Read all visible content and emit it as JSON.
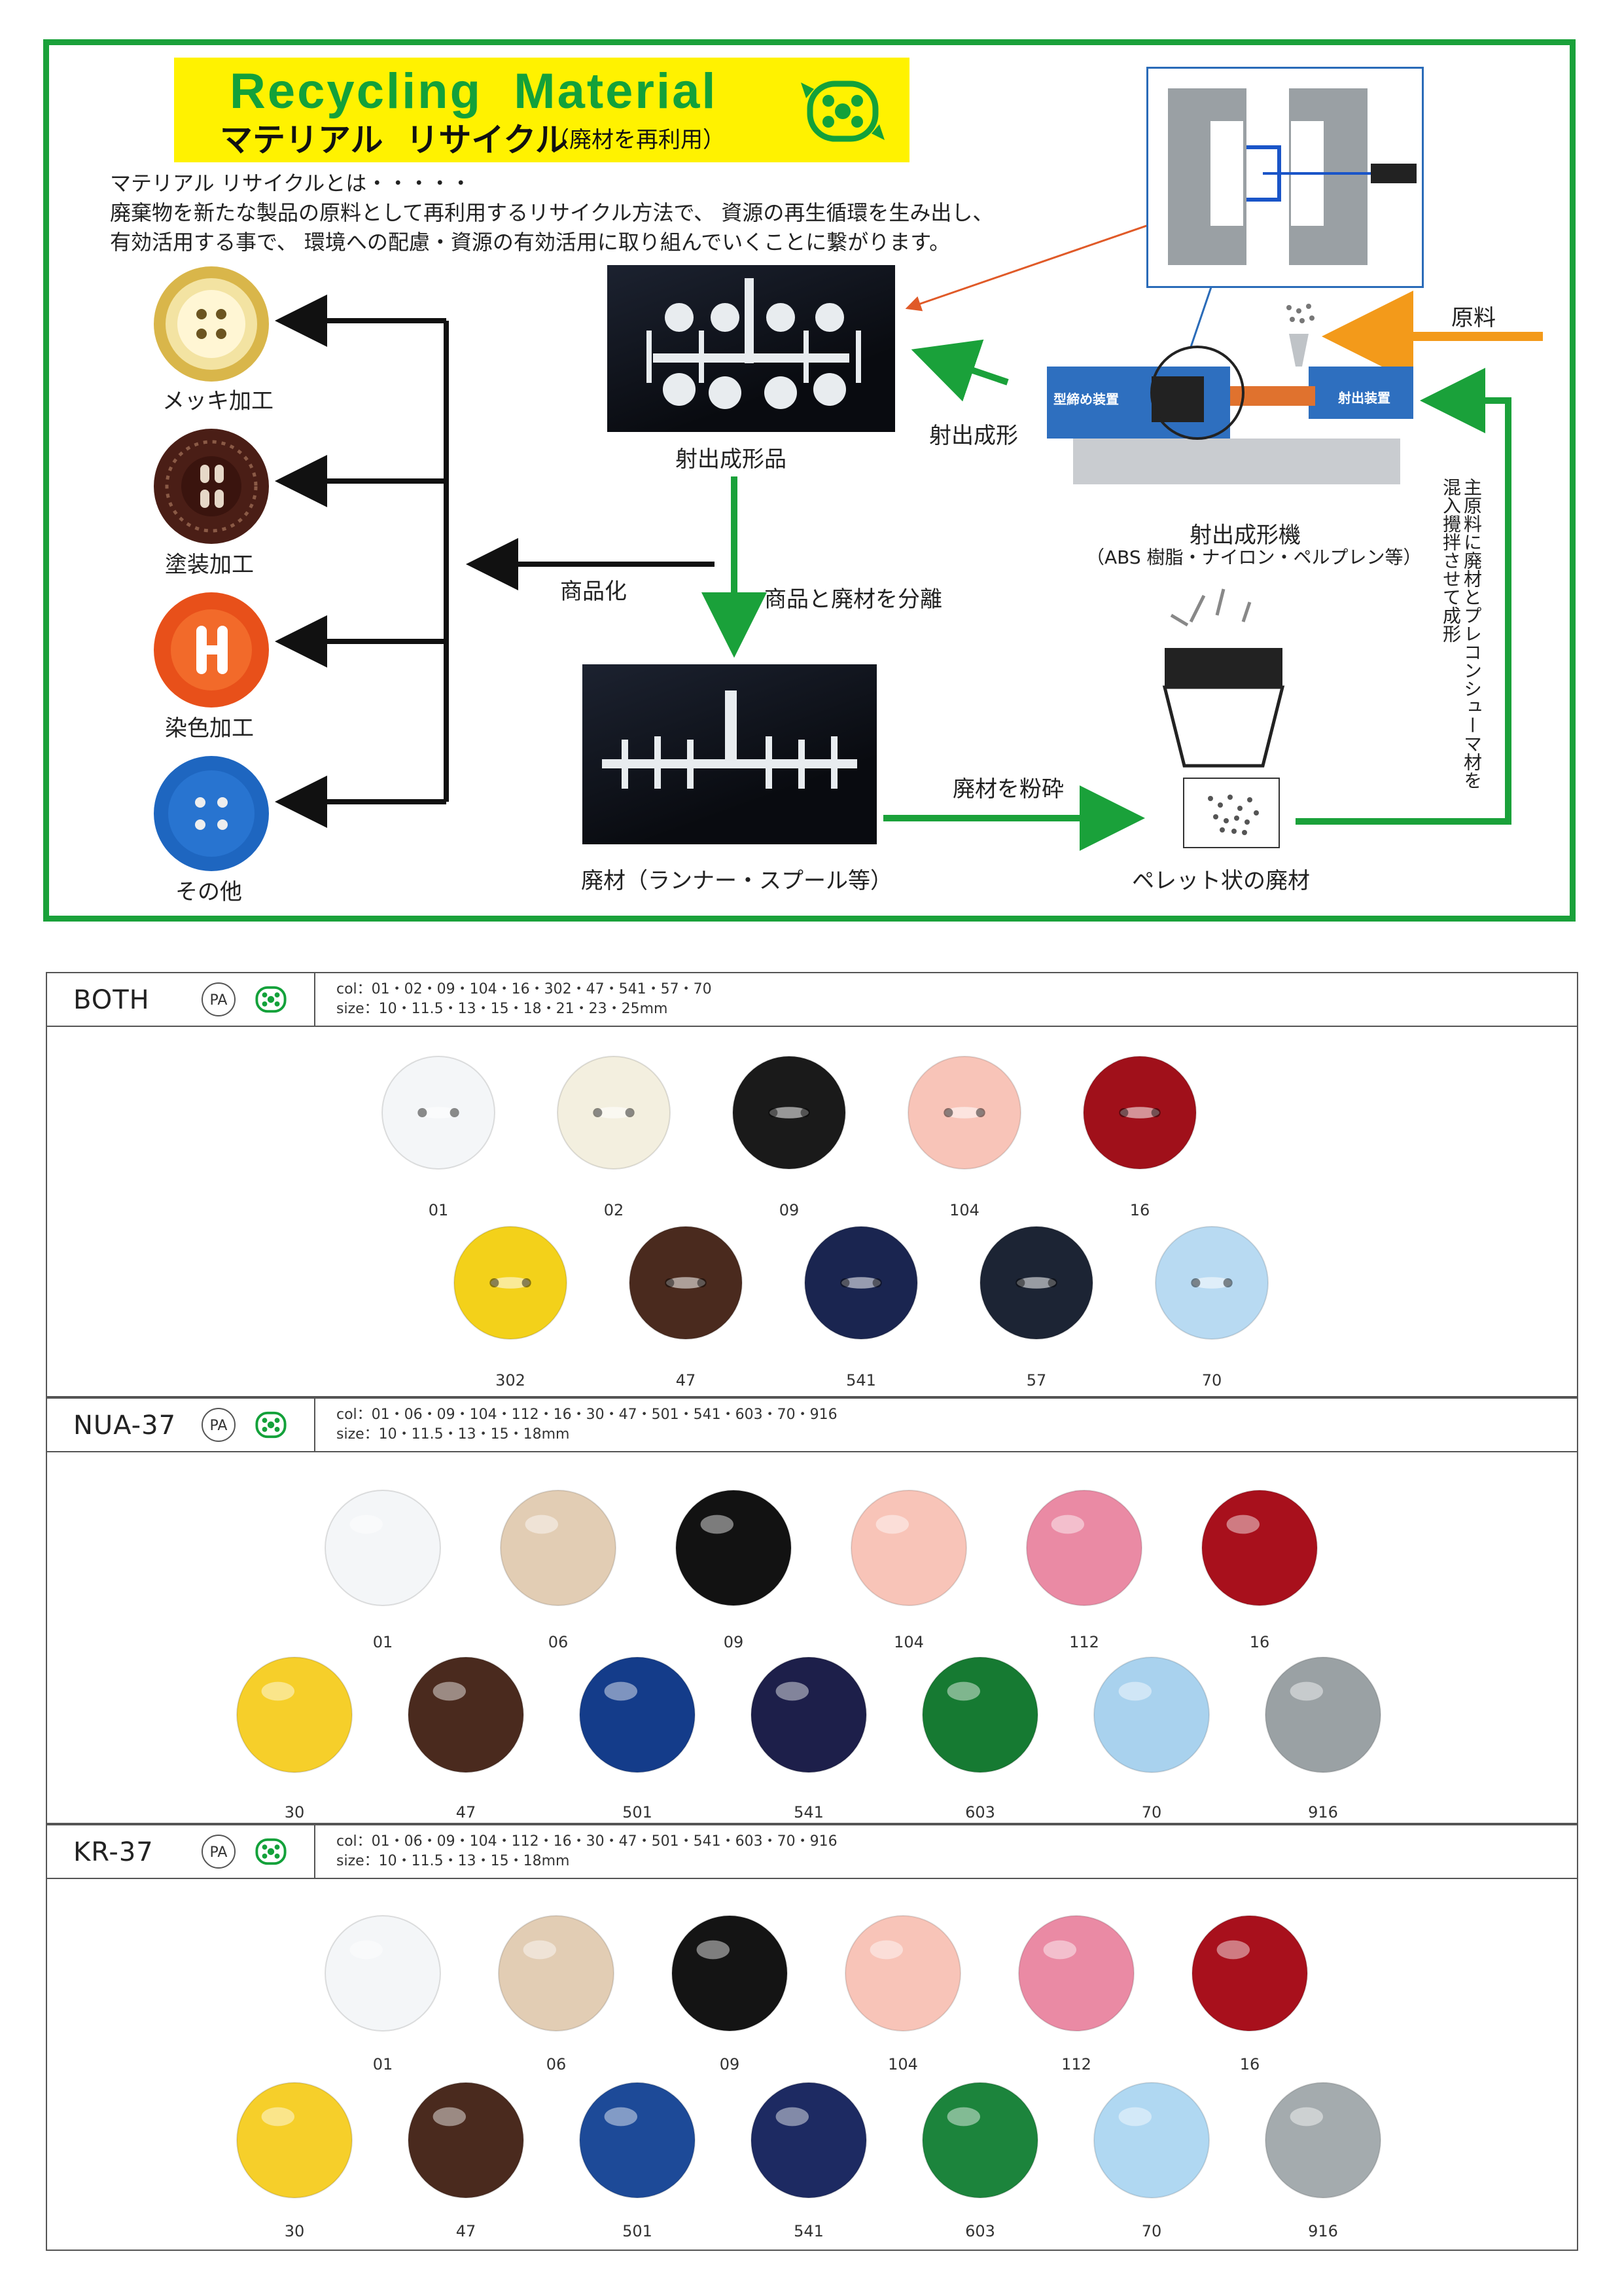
{
  "banner": {
    "title": "Recycling  Material",
    "subtitle_ja": "マテリアル  リサイクル",
    "subtitle_paren": "（廃材を再利用）"
  },
  "intro": {
    "line1": "マテリアル  リサイクルとは・・・・・",
    "line2": "廃棄物を新たな製品の原料として再利用するリサイクル方法で、 資源の再生循環を生み出し、",
    "line3": "有効活用する事で、 環境への配慮・資源の有効活用に取り組んでいくことに繋がります。"
  },
  "finishes": [
    "メッキ加工",
    "塗装加工",
    "染色加工",
    "その他"
  ],
  "flow": {
    "molded_product": "射出成形品",
    "injection_molding": "射出成形",
    "machine": "射出成形機",
    "machine_note": "（ABS 樹脂・ナイロン・ペルプレン等）",
    "clamp_unit": "型締め装置",
    "injection_unit": "射出装置",
    "raw_material": "原料",
    "commercialize": "商品化",
    "separate": "商品と廃材を分離",
    "scrap": "廃材（ランナー・スプール等）",
    "crush": "廃材を粉砕",
    "pellet": "ペレット状の廃材",
    "vertical_note_1": "主原料に廃材とプレコンシューマ材を",
    "vertical_note_2": "混入攪拌させて成形"
  },
  "sections": [
    {
      "name": "BOTH",
      "pa": "PA",
      "col": "col：01・02・09・104・16・302・47・541・57・70",
      "size": "size：10・11.5・13・15・18・21・23・25mm",
      "rows": [
        [
          {
            "code": "01",
            "color": "#f4f6f8"
          },
          {
            "code": "02",
            "color": "#f3efdf"
          },
          {
            "code": "09",
            "color": "#1a1a1a"
          },
          {
            "code": "104",
            "color": "#f8c4b8"
          },
          {
            "code": "16",
            "color": "#a0101a"
          }
        ],
        [
          {
            "code": "302",
            "color": "#f3d11a"
          },
          {
            "code": "47",
            "color": "#4a2a1e"
          },
          {
            "code": "541",
            "color": "#1a2550"
          },
          {
            "code": "57",
            "color": "#1c2434"
          },
          {
            "code": "70",
            "color": "#b8daf2"
          }
        ]
      ]
    },
    {
      "name": "NUA-37",
      "pa": "PA",
      "col": "col：01・06・09・104・112・16・30・47・501・541・603・70・916",
      "size": "size：10・11.5・13・15・18mm",
      "rows": [
        [
          {
            "code": "01",
            "color": "#f4f6f8"
          },
          {
            "code": "06",
            "color": "#e2cdb4"
          },
          {
            "code": "09",
            "color": "#121212"
          },
          {
            "code": "104",
            "color": "#f8c4b8"
          },
          {
            "code": "112",
            "color": "#ea8aa4"
          },
          {
            "code": "16",
            "color": "#a8101c"
          }
        ],
        [
          {
            "code": "30",
            "color": "#f6cf2a"
          },
          {
            "code": "47",
            "color": "#4a2a1e"
          },
          {
            "code": "501",
            "color": "#143c8a"
          },
          {
            "code": "541",
            "color": "#1d1f4a"
          },
          {
            "code": "603",
            "color": "#167a32"
          },
          {
            "code": "70",
            "color": "#a9d2ee"
          },
          {
            "code": "916",
            "color": "#9aa1a4"
          }
        ]
      ]
    },
    {
      "name": "KR-37",
      "pa": "PA",
      "col": "col：01・06・09・104・112・16・30・47・501・541・603・70・916",
      "size": "size：10・11.5・13・15・18mm",
      "rows": [
        [
          {
            "code": "01",
            "color": "#f4f6f8"
          },
          {
            "code": "06",
            "color": "#e2cdb4"
          },
          {
            "code": "09",
            "color": "#141414"
          },
          {
            "code": "104",
            "color": "#f8c4b8"
          },
          {
            "code": "112",
            "color": "#ea8aa4"
          },
          {
            "code": "16",
            "color": "#a8101c"
          }
        ],
        [
          {
            "code": "30",
            "color": "#f6cf2a"
          },
          {
            "code": "47",
            "color": "#4a2a1e"
          },
          {
            "code": "501",
            "color": "#1d4a98"
          },
          {
            "code": "541",
            "color": "#1d2a62"
          },
          {
            "code": "603",
            "color": "#1c843c"
          },
          {
            "code": "70",
            "color": "#b0d8f2"
          },
          {
            "code": "916",
            "color": "#a4abae"
          }
        ]
      ]
    }
  ]
}
